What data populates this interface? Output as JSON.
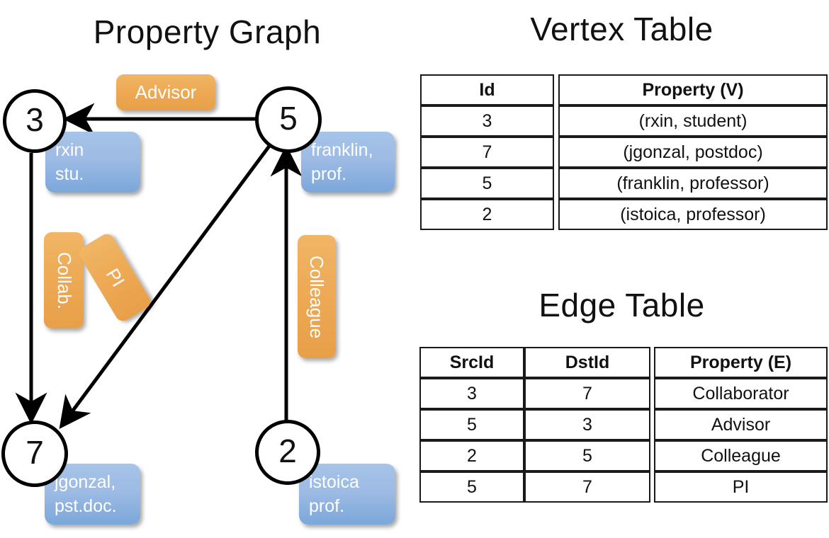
{
  "titles": {
    "property_graph": "Property Graph",
    "vertex_table": "Vertex Table",
    "edge_table": "Edge Table"
  },
  "colors": {
    "vertex_property_fill": "#ccdaef",
    "edge_property_fill": "#f7dfc4",
    "vertex_box_fill": "#9dbbe4",
    "edge_label_fill": "#eeaa55",
    "stroke": "#000000"
  },
  "graph": {
    "nodes": [
      {
        "id": "3",
        "property_line1": "rxin",
        "property_line2": "stu."
      },
      {
        "id": "5",
        "property_line1": "franklin,",
        "property_line2": "prof."
      },
      {
        "id": "7",
        "property_line1": "jgonzal,",
        "property_line2": "pst.doc."
      },
      {
        "id": "2",
        "property_line1": "istoica",
        "property_line2": "prof."
      }
    ],
    "edge_labels": [
      {
        "name": "advisor",
        "label": "Advisor"
      },
      {
        "name": "collab",
        "label": "Collab."
      },
      {
        "name": "pi",
        "label": "PI"
      },
      {
        "name": "colleague",
        "label": "Colleague"
      }
    ],
    "edges": [
      {
        "from": "5",
        "to": "3",
        "label": "Advisor"
      },
      {
        "from": "3",
        "to": "7",
        "label": "Collab."
      },
      {
        "from": "5",
        "to": "7",
        "label": "PI"
      },
      {
        "from": "2",
        "to": "5",
        "label": "Colleague"
      }
    ]
  },
  "vertex_table": {
    "headers": [
      "Id",
      "Property (V)"
    ],
    "rows": [
      {
        "id": "3",
        "property": "(rxin, student)"
      },
      {
        "id": "7",
        "property": "(jgonzal, postdoc)"
      },
      {
        "id": "5",
        "property": "(franklin, professor)"
      },
      {
        "id": "2",
        "property": "(istoica, professor)"
      }
    ]
  },
  "edge_table": {
    "headers": [
      "SrcId",
      "DstId",
      "Property (E)"
    ],
    "rows": [
      {
        "src": "3",
        "dst": "7",
        "property": "Collaborator"
      },
      {
        "src": "5",
        "dst": "3",
        "property": "Advisor"
      },
      {
        "src": "2",
        "dst": "5",
        "property": "Colleague"
      },
      {
        "src": "5",
        "dst": "7",
        "property": "PI"
      }
    ]
  }
}
